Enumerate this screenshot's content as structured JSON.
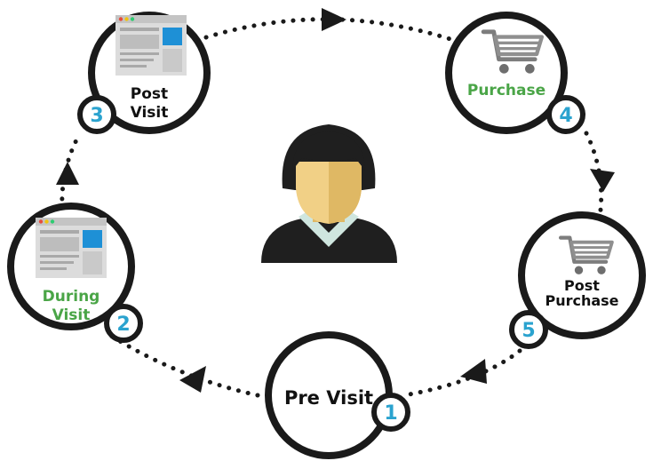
{
  "stages": [
    {
      "step": "1",
      "label_lines": [
        "Pre Visit"
      ],
      "label_color": "#111111",
      "icon": "none"
    },
    {
      "step": "2",
      "label_lines": [
        "During",
        "Visit"
      ],
      "label_color": "#4aa547",
      "icon": "browser-window-icon"
    },
    {
      "step": "3",
      "label_lines": [
        "Post",
        "Visit"
      ],
      "label_color": "#111111",
      "icon": "browser-window-icon"
    },
    {
      "step": "4",
      "label_lines": [
        "Purchase"
      ],
      "label_color": "#4aa547",
      "icon": "shopping-cart-icon"
    },
    {
      "step": "5",
      "label_lines": [
        "Post",
        "Purchase"
      ],
      "label_color": "#111111",
      "icon": "shopping-cart-icon"
    }
  ],
  "colors": {
    "ring": "#1a1a1a",
    "badge_text": "#2ba3cf",
    "accent_green": "#4aa547",
    "skin": "#f1d086",
    "skin_shade": "#dfb864",
    "collar": "#cfe6df",
    "hair": "#1f1f1f",
    "window_blue": "#1e90d6",
    "window_gray": "#cdcdcd"
  },
  "center_icon": "person-avatar-icon"
}
